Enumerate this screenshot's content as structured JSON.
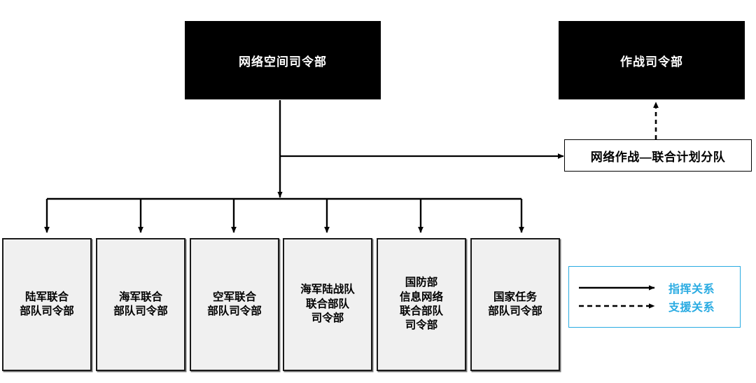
{
  "diagram": {
    "title_hidden": "",
    "colors": {
      "node_fill_dark": "#000000",
      "node_text_light": "#ffffff",
      "unit_fill": "#f0f0f0",
      "line": "#000000",
      "legend_accent": "#29ABE2",
      "background": "#ffffff"
    },
    "nodes": {
      "cyber_command": {
        "label": "网络空间司令部"
      },
      "combatant_command": {
        "label": "作战司令部"
      },
      "joint_planning_element": {
        "label": "网络作战—联合计划分队"
      }
    },
    "units": [
      {
        "lines": [
          "陆军联合",
          "部队司令部"
        ]
      },
      {
        "lines": [
          "海军联合",
          "部队司令部"
        ]
      },
      {
        "lines": [
          "空军联合",
          "部队司令部"
        ]
      },
      {
        "lines": [
          "海军陆战队",
          "联合部队",
          "司令部"
        ]
      },
      {
        "lines": [
          "国防部",
          "信息网络",
          "联合部队",
          "司令部"
        ]
      },
      {
        "lines": [
          "国家任务",
          "部队司令部"
        ]
      }
    ],
    "legend": {
      "rows": [
        {
          "style": "solid",
          "label": "指挥关系"
        },
        {
          "style": "dashed",
          "label": "支援关系"
        }
      ]
    }
  }
}
